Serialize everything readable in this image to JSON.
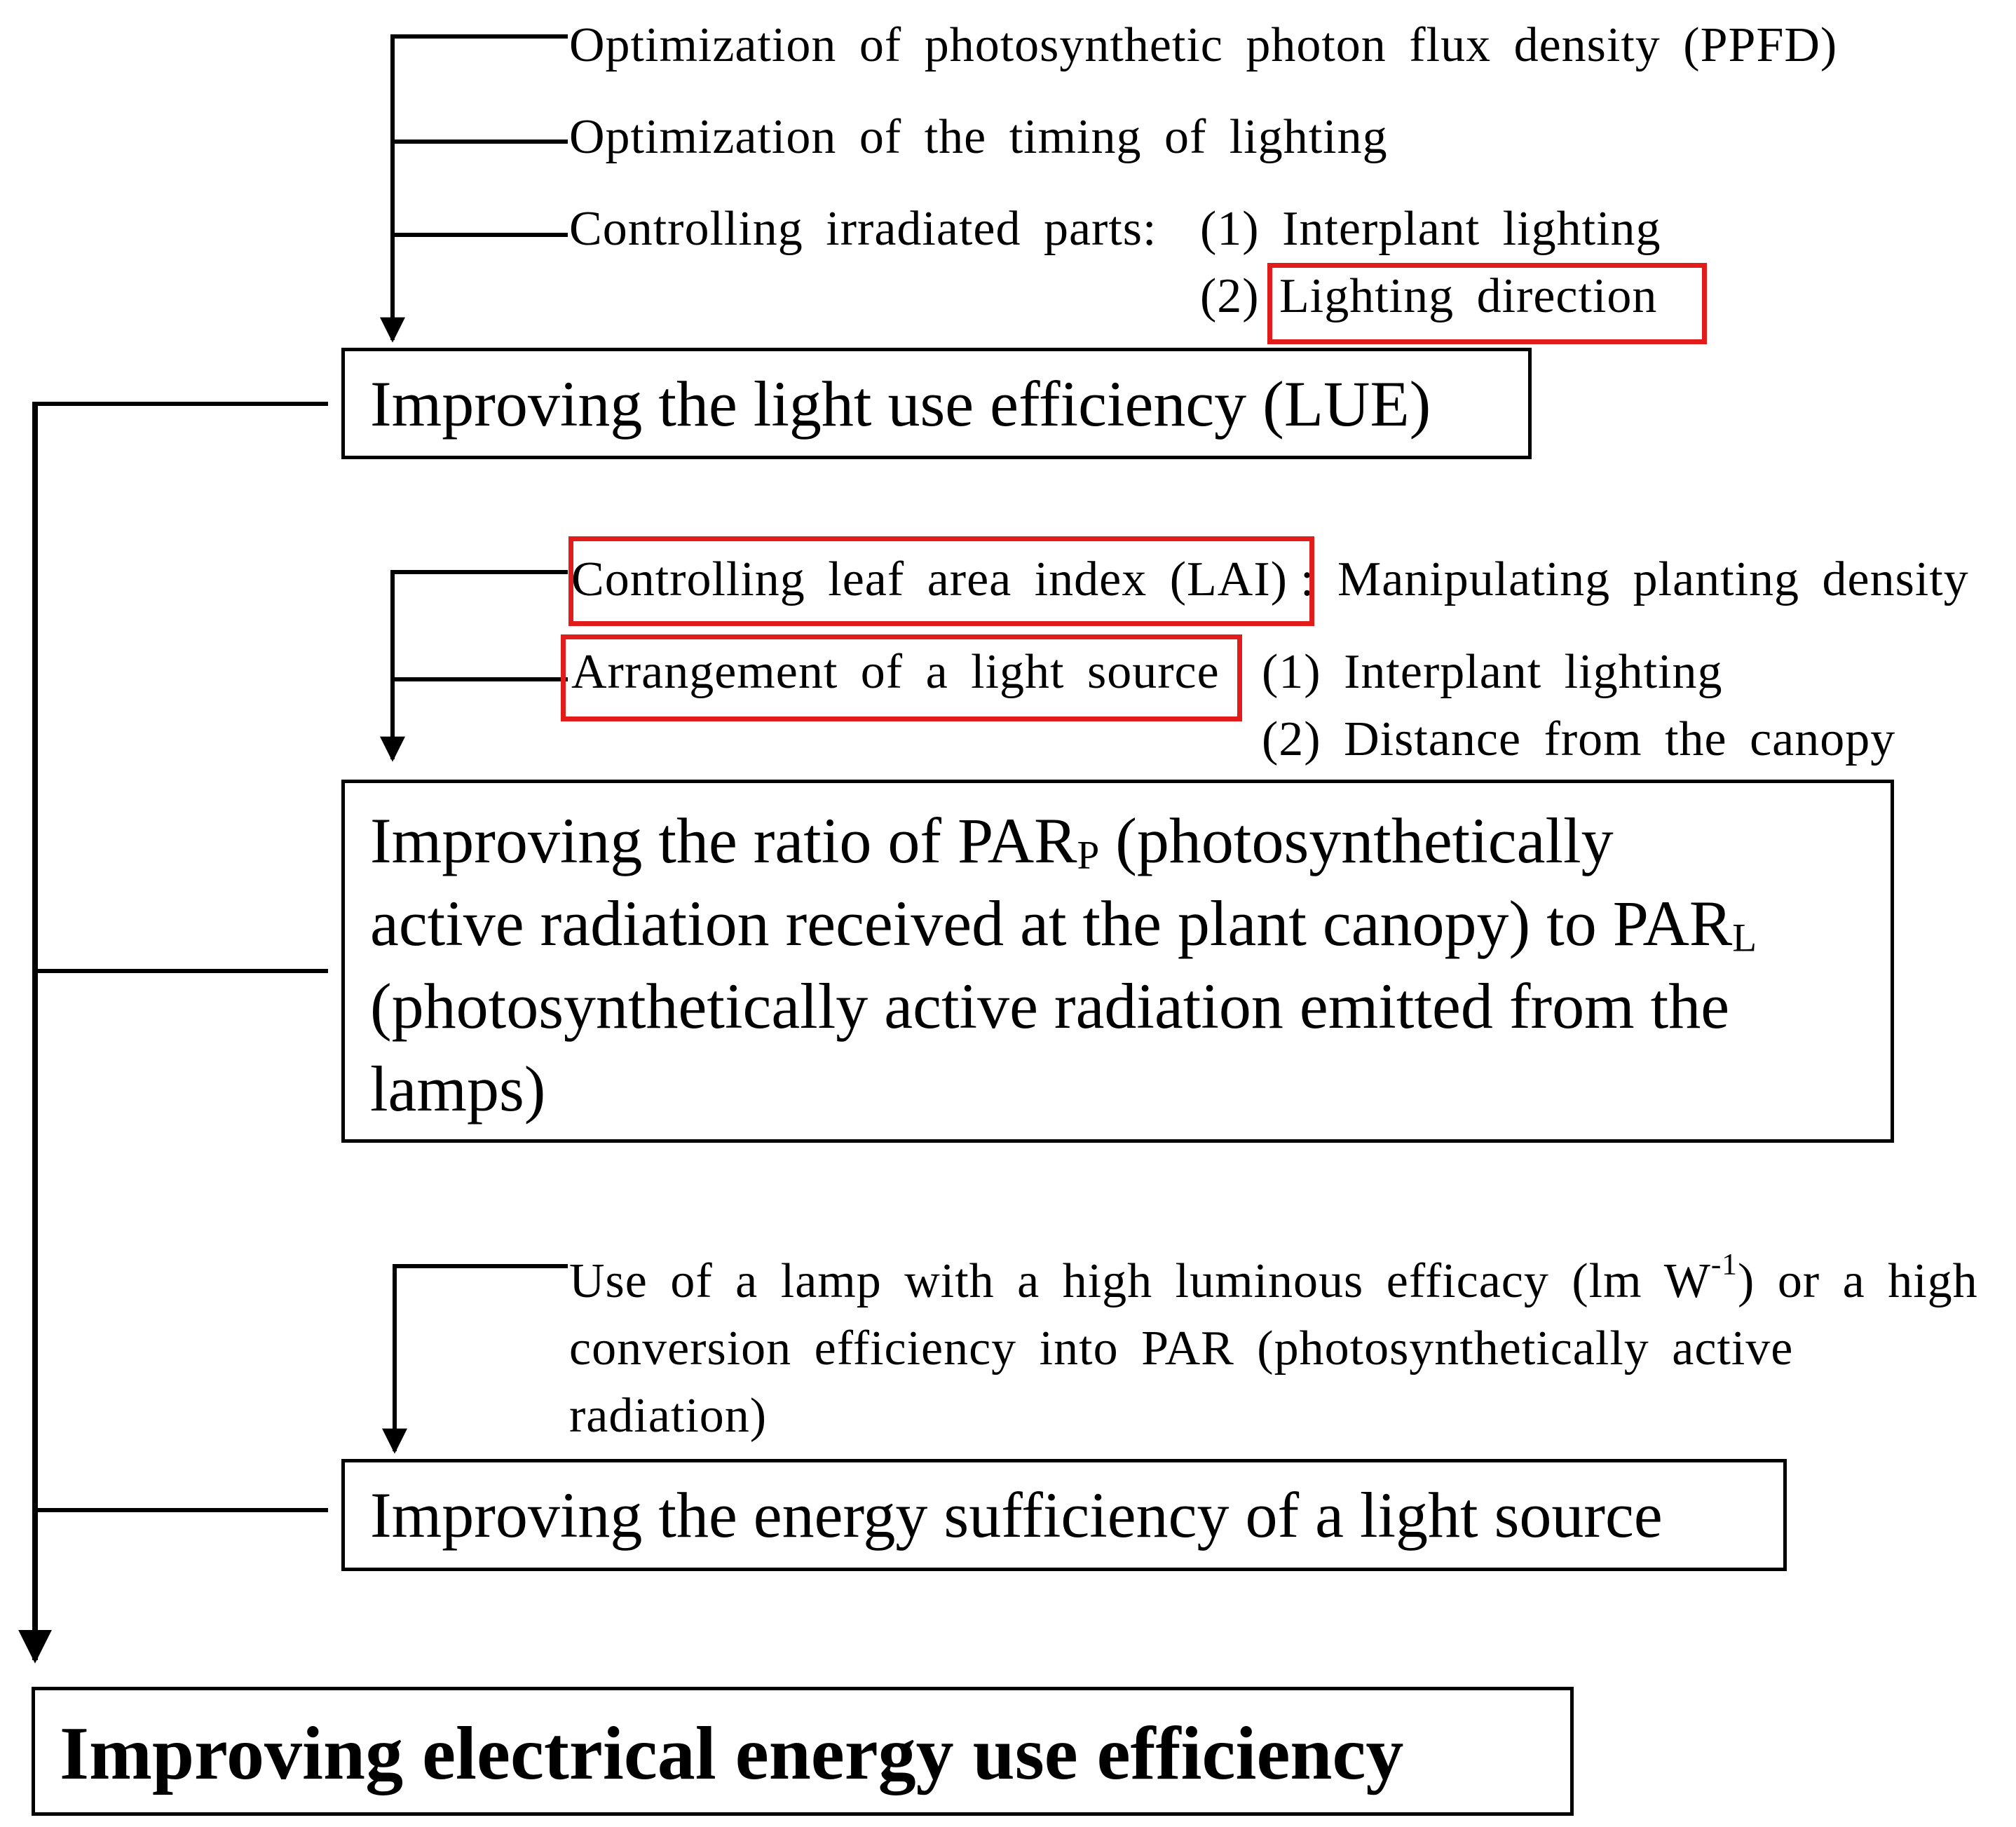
{
  "group1": {
    "item1": "Optimization of photosynthetic photon flux density (PPFD)",
    "item2": "Optimization of the timing of lighting",
    "item3_label": "Controlling irradiated parts:",
    "item3_opt1": "(1) Interplant lighting",
    "item3_opt2_num": "(2)",
    "item3_opt2_text": "Lighting direction",
    "box": "Improving the light use efficiency (LUE)"
  },
  "group2": {
    "item1_highlight": "Controlling leaf area index (LAI)",
    "item1_rest": ": Manipulating planting density",
    "item2_highlight": "Arrangement of a light source",
    "item2_opt1": "(1) Interplant lighting",
    "item2_opt2": "(2) Distance from the canopy",
    "box_line1_a": "Improving the ratio of PAR",
    "box_line1_sub": "P",
    "box_line1_b": " (photosynthetically",
    "box_line2_a": "active radiation received at the plant canopy) to PAR",
    "box_line2_sub": "L",
    "box_line3": "(photosynthetically active radiation emitted from the",
    "box_line4": "lamps)"
  },
  "group3": {
    "item1_line1_a": "Use of a lamp with a high luminous efficacy (lm W",
    "item1_line1_sup": "-1",
    "item1_line1_b": ") or a high",
    "item1_line2": "conversion efficiency into PAR (photosynthetically active",
    "item1_line3": "radiation)",
    "box": "Improving the energy sufficiency of a light source"
  },
  "final_box": "Improving electrical energy use efficiency",
  "colors": {
    "lines": "#000000",
    "highlight": "#e21b1b"
  }
}
